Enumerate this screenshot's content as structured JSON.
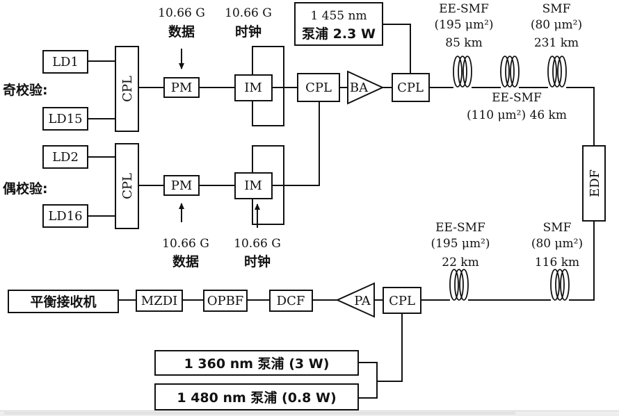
{
  "odd_group": {
    "label": "奇校验:",
    "laser_top": "LD1",
    "laser_bottom": "LD15",
    "coupler": "CPL",
    "modulator_pm": "PM",
    "modulator_im": "IM",
    "data_rate": "10.66 G",
    "data_label": "数据",
    "clock_rate": "10.66 G",
    "clock_label": "时钟"
  },
  "even_group": {
    "label": "偶校验:",
    "laser_top": "LD2",
    "laser_bottom": "LD16",
    "coupler": "CPL",
    "modulator_pm": "PM",
    "modulator_im": "IM",
    "data_rate": "10.66 G",
    "data_label": "数据",
    "clock_rate": "10.66 G",
    "clock_label": "时钟"
  },
  "combiner": "CPL",
  "booster": "BA",
  "pump_coupler": "CPL",
  "pump1": {
    "line1": "1 455 nm",
    "line2": "泵浦 2.3 W"
  },
  "span1": {
    "fiber1_name": "EE-SMF",
    "fiber1_area": "(195 μm²)",
    "fiber1_length": "85 km",
    "fiber2_name": "SMF",
    "fiber2_area": "(80 μm²)",
    "fiber2_length": "231 km",
    "fiber3_name": "EE-SMF",
    "fiber3_area_length": "(110 μm²) 46 km"
  },
  "edf": "EDF",
  "span2": {
    "fiber1_name": "EE-SMF",
    "fiber1_area": "(195 μm²)",
    "fiber1_length": "22 km",
    "fiber2_name": "SMF",
    "fiber2_area": "(80 μm²)",
    "fiber2_length": "116 km"
  },
  "receiver_chain": {
    "receiver": "平衡接收机",
    "mzdi": "MZDI",
    "opbf": "OPBF",
    "dcf": "DCF",
    "preamp": "PA",
    "coupler": "CPL"
  },
  "pump2": "1 360 nm 泵浦 (3 W)",
  "pump3": "1 480 nm 泵浦 (0.8 W)"
}
